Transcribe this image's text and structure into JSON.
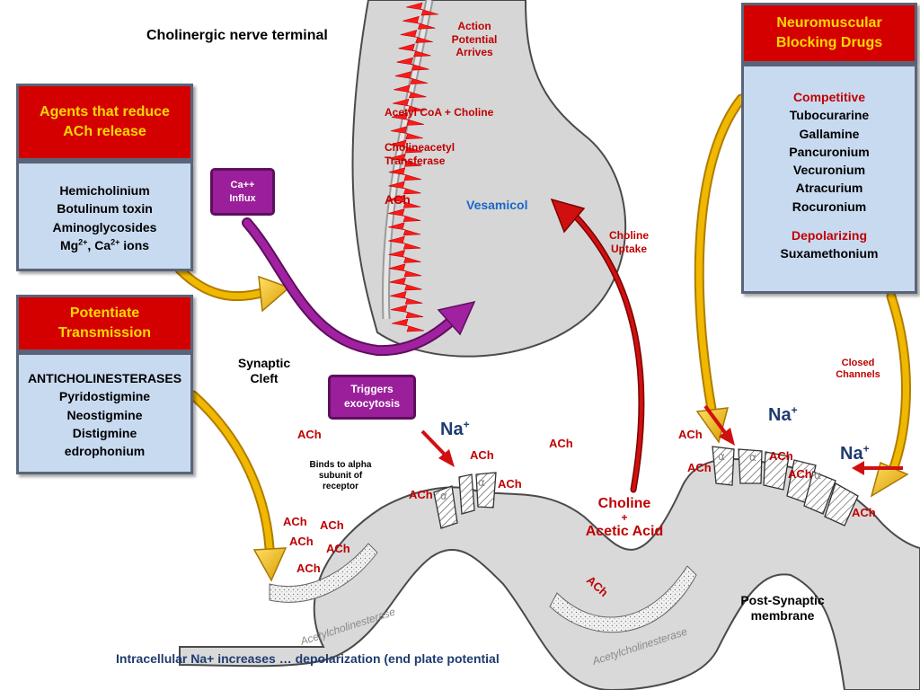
{
  "title": "Cholinergic nerve terminal",
  "terminal": {
    "action_potential": [
      "Action",
      "Potential",
      "Arrives"
    ],
    "acetyl": "Acetyl CoA + Choline",
    "transferase": [
      "Cholineacetyl",
      "Transferase"
    ],
    "ach": "ACh",
    "vesamicol": "Vesamicol"
  },
  "choline_uptake": [
    "Choline",
    "Uptake"
  ],
  "calcium": [
    "Ca++",
    "Influx"
  ],
  "triggers": [
    "Triggers",
    "exocytosis"
  ],
  "synaptic_cleft": [
    "Synaptic",
    "Cleft"
  ],
  "binds": [
    "Binds to alpha",
    "subunit of",
    "receptor"
  ],
  "choline_acid": [
    "Choline",
    "+",
    "Acetic Acid"
  ],
  "closed_channels": [
    "Closed",
    "Channels"
  ],
  "post_synaptic": [
    "Post-Synaptic",
    "membrane"
  ],
  "bottom_note": "Intracellular Na+ increases … depolarization (end plate potential",
  "enzyme": "Acetylcholinesterase",
  "alpha": "α",
  "na": {
    "base": "Na",
    "sup": "+"
  },
  "reduce": {
    "header": [
      "Agents that reduce",
      "ACh release"
    ],
    "items": [
      "Hemicholinium",
      "Botulinum toxin",
      "Aminoglycosides"
    ],
    "ions": {
      "mg": "Mg",
      "ca": "Ca",
      "sup": "2+",
      "sep": ", ",
      "suffix": " ions"
    }
  },
  "potentiate": {
    "header": [
      "Potentiate",
      "Transmission"
    ],
    "items": [
      "ANTICHOLINESTERASES",
      "Pyridostigmine",
      "Neostigmine",
      "Distigmine",
      "edrophonium"
    ]
  },
  "nmb": {
    "header": [
      "Neuromuscular",
      "Blocking Drugs"
    ],
    "competitive_label": "Competitive",
    "competitive": [
      "Tubocurarine",
      "Gallamine",
      "Pancuronium",
      "Vecuronium",
      "Atracurium",
      "Rocuronium"
    ],
    "depolarizing_label": "Depolarizing",
    "depolarizing": [
      "Suxamethonium"
    ]
  },
  "ach_labels": [
    "ACh",
    "ACh",
    "ACh",
    "ACh",
    "ACh",
    "ACh",
    "ACh",
    "ACh",
    "ACh",
    "ACh",
    "ACh",
    "ACh",
    "ACh",
    "ACh",
    "ACh",
    "ACh",
    "ACh"
  ],
  "colors": {
    "red_text": "#c00000",
    "header_red": "#d40000",
    "header_text": "#ffd800",
    "box_blue": "#c8daf0",
    "purple": "#9b1f9b",
    "arrow_gold": "#f0b800",
    "terminal_gray": "#d6d6d6"
  }
}
